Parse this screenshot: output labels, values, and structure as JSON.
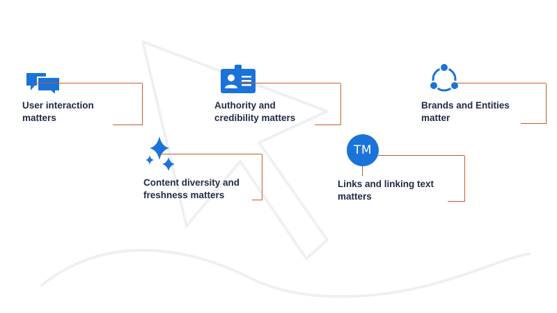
{
  "items": [
    {
      "id": "user-interaction",
      "icon": "chat-bubbles-icon",
      "lines": [
        "User interaction",
        "matters"
      ]
    },
    {
      "id": "authority",
      "icon": "id-badge-icon",
      "lines": [
        "Authority and",
        "credibility matters"
      ]
    },
    {
      "id": "brands-entities",
      "icon": "network-nodes-icon",
      "lines": [
        "Brands and Entities",
        "matter"
      ]
    },
    {
      "id": "content-diversity",
      "icon": "sparkles-icon",
      "lines": [
        "Content diversity and",
        "freshness matters"
      ]
    },
    {
      "id": "links",
      "icon": "trademark-badge-icon",
      "badge_text": "TM",
      "lines": [
        "Links and linking text",
        "matters"
      ]
    }
  ],
  "colors": {
    "icon_blue": "#1a73d9",
    "bracket_orange": "#c65a2a",
    "text_dark": "#1e2a44",
    "watermark": "#eef1f4"
  }
}
